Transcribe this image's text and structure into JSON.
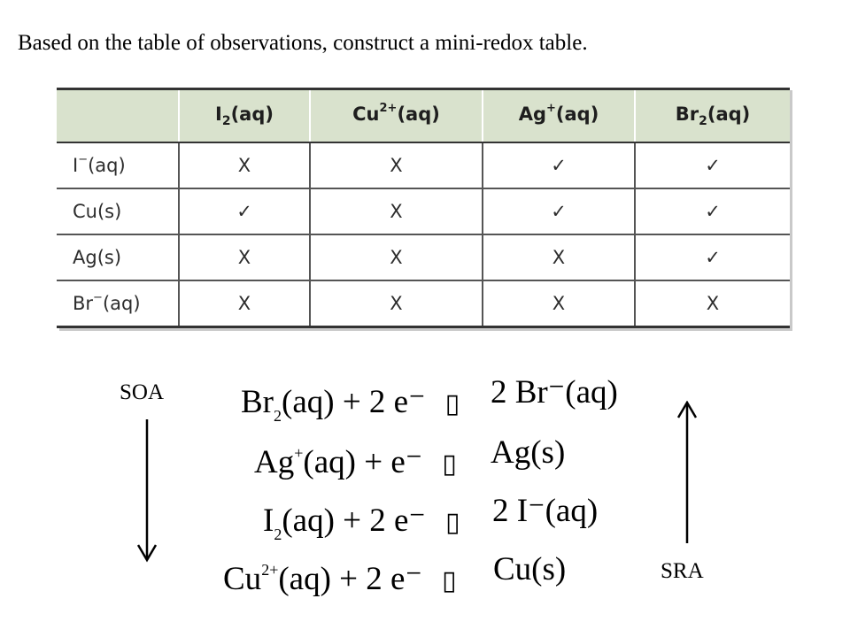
{
  "instruction": "Based on the table of observations, construct a mini-redox table.",
  "table": {
    "header": [
      {
        "base": "I",
        "sub": "2",
        "sup": "",
        "tail": "(aq)"
      },
      {
        "base": "Cu",
        "sub": "",
        "sup": "2+",
        "tail": "(aq)"
      },
      {
        "base": "Ag",
        "sub": "",
        "sup": "+",
        "tail": "(aq)"
      },
      {
        "base": "Br",
        "sub": "2",
        "sup": "",
        "tail": "(aq)"
      }
    ],
    "rows": [
      {
        "label": {
          "base": "I",
          "sup": "−",
          "tail": "(aq)"
        },
        "cells": [
          "X",
          "X",
          "✓",
          "✓"
        ]
      },
      {
        "label": {
          "base": "Cu(s)",
          "sup": "",
          "tail": ""
        },
        "cells": [
          "✓",
          "X",
          "✓",
          "✓"
        ]
      },
      {
        "label": {
          "base": "Ag(s)",
          "sup": "",
          "tail": ""
        },
        "cells": [
          "X",
          "X",
          "X",
          "✓"
        ]
      },
      {
        "label": {
          "base": "Br",
          "sup": "−",
          "tail": "(aq)"
        },
        "cells": [
          "X",
          "X",
          "X",
          "X"
        ]
      }
    ]
  },
  "labels": {
    "soa": "SOA",
    "sra": "SRA"
  },
  "reactions": [
    {
      "r_base": "Br",
      "r_sub": "2",
      "r_sup": "",
      "r_rest": "(aq) + 2 e⁻",
      "p_text": "2 Br⁻(aq)"
    },
    {
      "r_base": "Ag",
      "r_sub": "",
      "r_sup": "+",
      "r_rest": "(aq) + e⁻",
      "p_text": "Ag(s)"
    },
    {
      "r_base": "I",
      "r_sub": "2",
      "r_sup": "",
      "r_rest": "(aq) + 2 e⁻",
      "p_text": "2 I⁻(aq)"
    },
    {
      "r_base": "Cu",
      "r_sub": "",
      "r_sup": "2+",
      "r_rest": "(aq) + 2 e⁻",
      "p_text": "Cu(s)"
    }
  ],
  "arrow_glyph": "▯"
}
